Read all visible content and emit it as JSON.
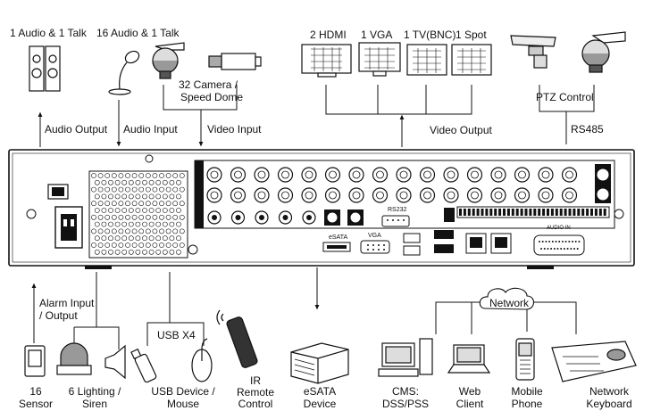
{
  "top": {
    "audio_talk_1": "1 Audio  & 1 Talk",
    "audio_talk_16": "16 Audio & 1 Talk",
    "camera_line1": "32 Camera /",
    "camera_line2": "Speed Dome",
    "hdmi": "2 HDMI",
    "vga": "1 VGA",
    "tv": "1 TV(BNC)",
    "spot": "1 Spot",
    "ptz_control": "PTZ Control"
  },
  "connections_top": {
    "audio_output": "Audio  Output",
    "audio_input": "Audio  Input",
    "video_input": "Video Input",
    "video_output": "Video Output",
    "rs485": "RS485"
  },
  "panel": {
    "rs232": "RS232",
    "esata": "eSATA",
    "vga": "VGA",
    "audio_in": "AUDIO IN"
  },
  "connections_bottom": {
    "alarm_line1": "Alarm Input",
    "alarm_line2": "/ Output",
    "usb_x4": "USB X4",
    "network": "Network"
  },
  "bottom": {
    "sensor_line1": "16",
    "sensor_line2": "Sensor",
    "lighting_line1": "6 Lighting /",
    "lighting_line2": "Siren",
    "usb_line1": "USB Device /",
    "usb_line2": "Mouse",
    "ir_line1": "IR",
    "ir_line2": "Remote",
    "ir_line3": "Control",
    "esata_line1": "eSATA",
    "esata_line2": "Device",
    "cms_line1": "CMS:",
    "cms_line2": "DSS/PSS",
    "web_line1": "Web",
    "web_line2": "Client",
    "mobile_line1": "Mobile",
    "mobile_line2": "Phone",
    "keyboard_line1": "Network",
    "keyboard_line2": "Keyboard"
  }
}
